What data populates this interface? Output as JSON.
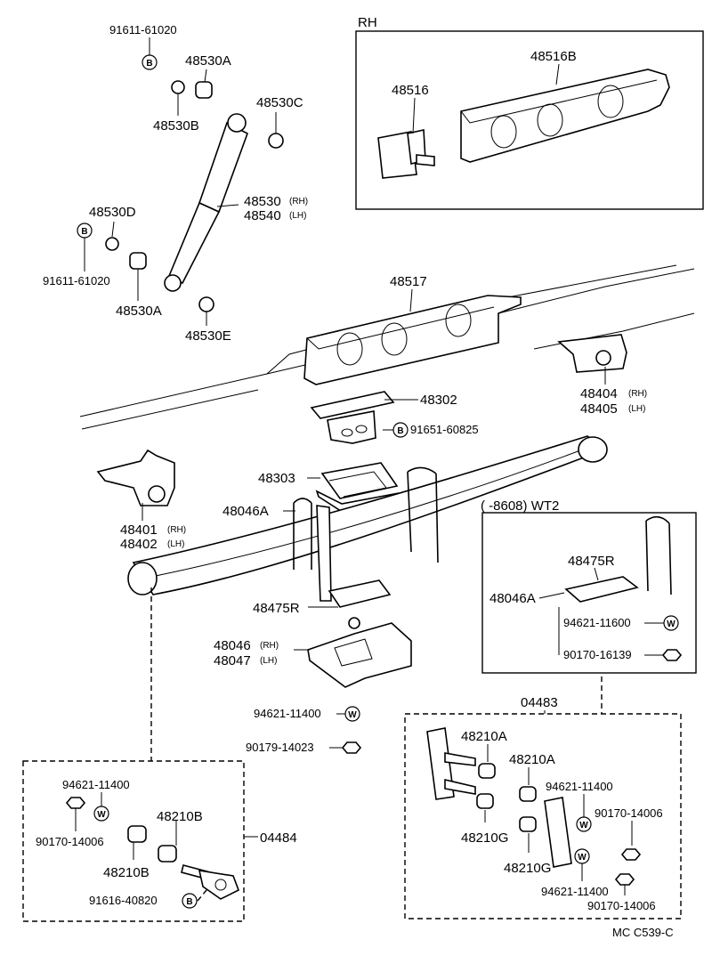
{
  "labels": {
    "rh_box": "RH",
    "p48516B": "48516B",
    "p48516": "48516",
    "p91611_top": "91611-61020",
    "p48530A_top": "48530A",
    "p48530B": "48530B",
    "p48530C": "48530C",
    "p48530": "48530",
    "p48540": "48540",
    "p48530D": "48530D",
    "p91611_mid": "91611-61020",
    "p48530A_bot": "48530A",
    "p48530E": "48530E",
    "p48517": "48517",
    "p48404": "48404",
    "p48405": "48405",
    "p48302": "48302",
    "p91651": "91651-60825",
    "p48303": "48303",
    "p48046A": "48046A",
    "p48401": "48401",
    "p48402": "48402",
    "p8608": "(       -8608) WT2",
    "p48475R_box": "48475R",
    "p48046A_box": "48046A",
    "p94621_11600": "94621-11600",
    "p90170_16139": "90170-16139",
    "p48475R": "48475R",
    "p48046": "48046",
    "p48047": "48047",
    "p94621_11400_c": "94621-11400",
    "p90179": "90179-14023",
    "p04483": "04483",
    "p48210A_1": "48210A",
    "p48210A_2": "48210A",
    "p94621_11400_r1": "94621-11400",
    "p90170_14006_r1": "90170-14006",
    "p48210G_1": "48210G",
    "p48210G_2": "48210G",
    "p94621_11400_r2": "94621-11400",
    "p90170_14006_r2": "90170-14006",
    "p94621_11400_l": "94621-11400",
    "p90170_14006_l": "90170-14006",
    "p48210B_1": "48210B",
    "p48210B_2": "48210B",
    "p04484": "04484",
    "p91616": "91616-40820",
    "footer_code": "MC  C539-C"
  },
  "suffix": {
    "rh": "(RH)",
    "lh": "(LH)"
  },
  "symbols": {
    "bolt": "B",
    "washer": "W"
  }
}
